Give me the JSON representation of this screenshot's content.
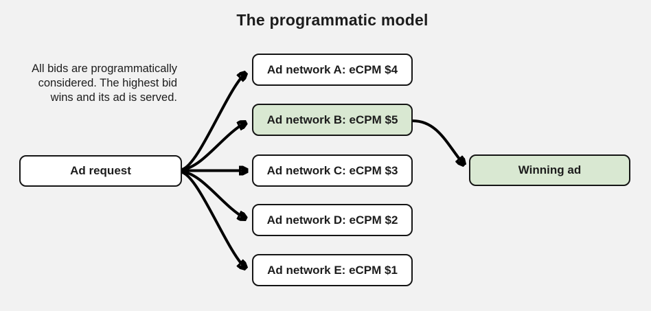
{
  "title": "The programmatic model",
  "annotation": {
    "lines": [
      "All bids are programmatically",
      "considered. The highest bid",
      "wins and its ad is served."
    ]
  },
  "nodes": {
    "ad_request": {
      "label": "Ad request"
    },
    "networks": [
      {
        "label": "Ad network A: eCPM $4",
        "ecpm": 4,
        "highlighted": false
      },
      {
        "label": "Ad network B: eCPM $5",
        "ecpm": 5,
        "highlighted": true
      },
      {
        "label": "Ad network C: eCPM $3",
        "ecpm": 3,
        "highlighted": false
      },
      {
        "label": "Ad network D: eCPM $2",
        "ecpm": 2,
        "highlighted": false
      },
      {
        "label": "Ad network E: eCPM $1",
        "ecpm": 1,
        "highlighted": false
      }
    ],
    "winning_ad": {
      "label": "Winning ad"
    }
  },
  "colors": {
    "background": "#f2f2f2",
    "box_fill": "#ffffff",
    "highlight_fill": "#d9e8d2",
    "border": "#141414",
    "text": "#1c1c1c",
    "arrow": "#000000"
  }
}
